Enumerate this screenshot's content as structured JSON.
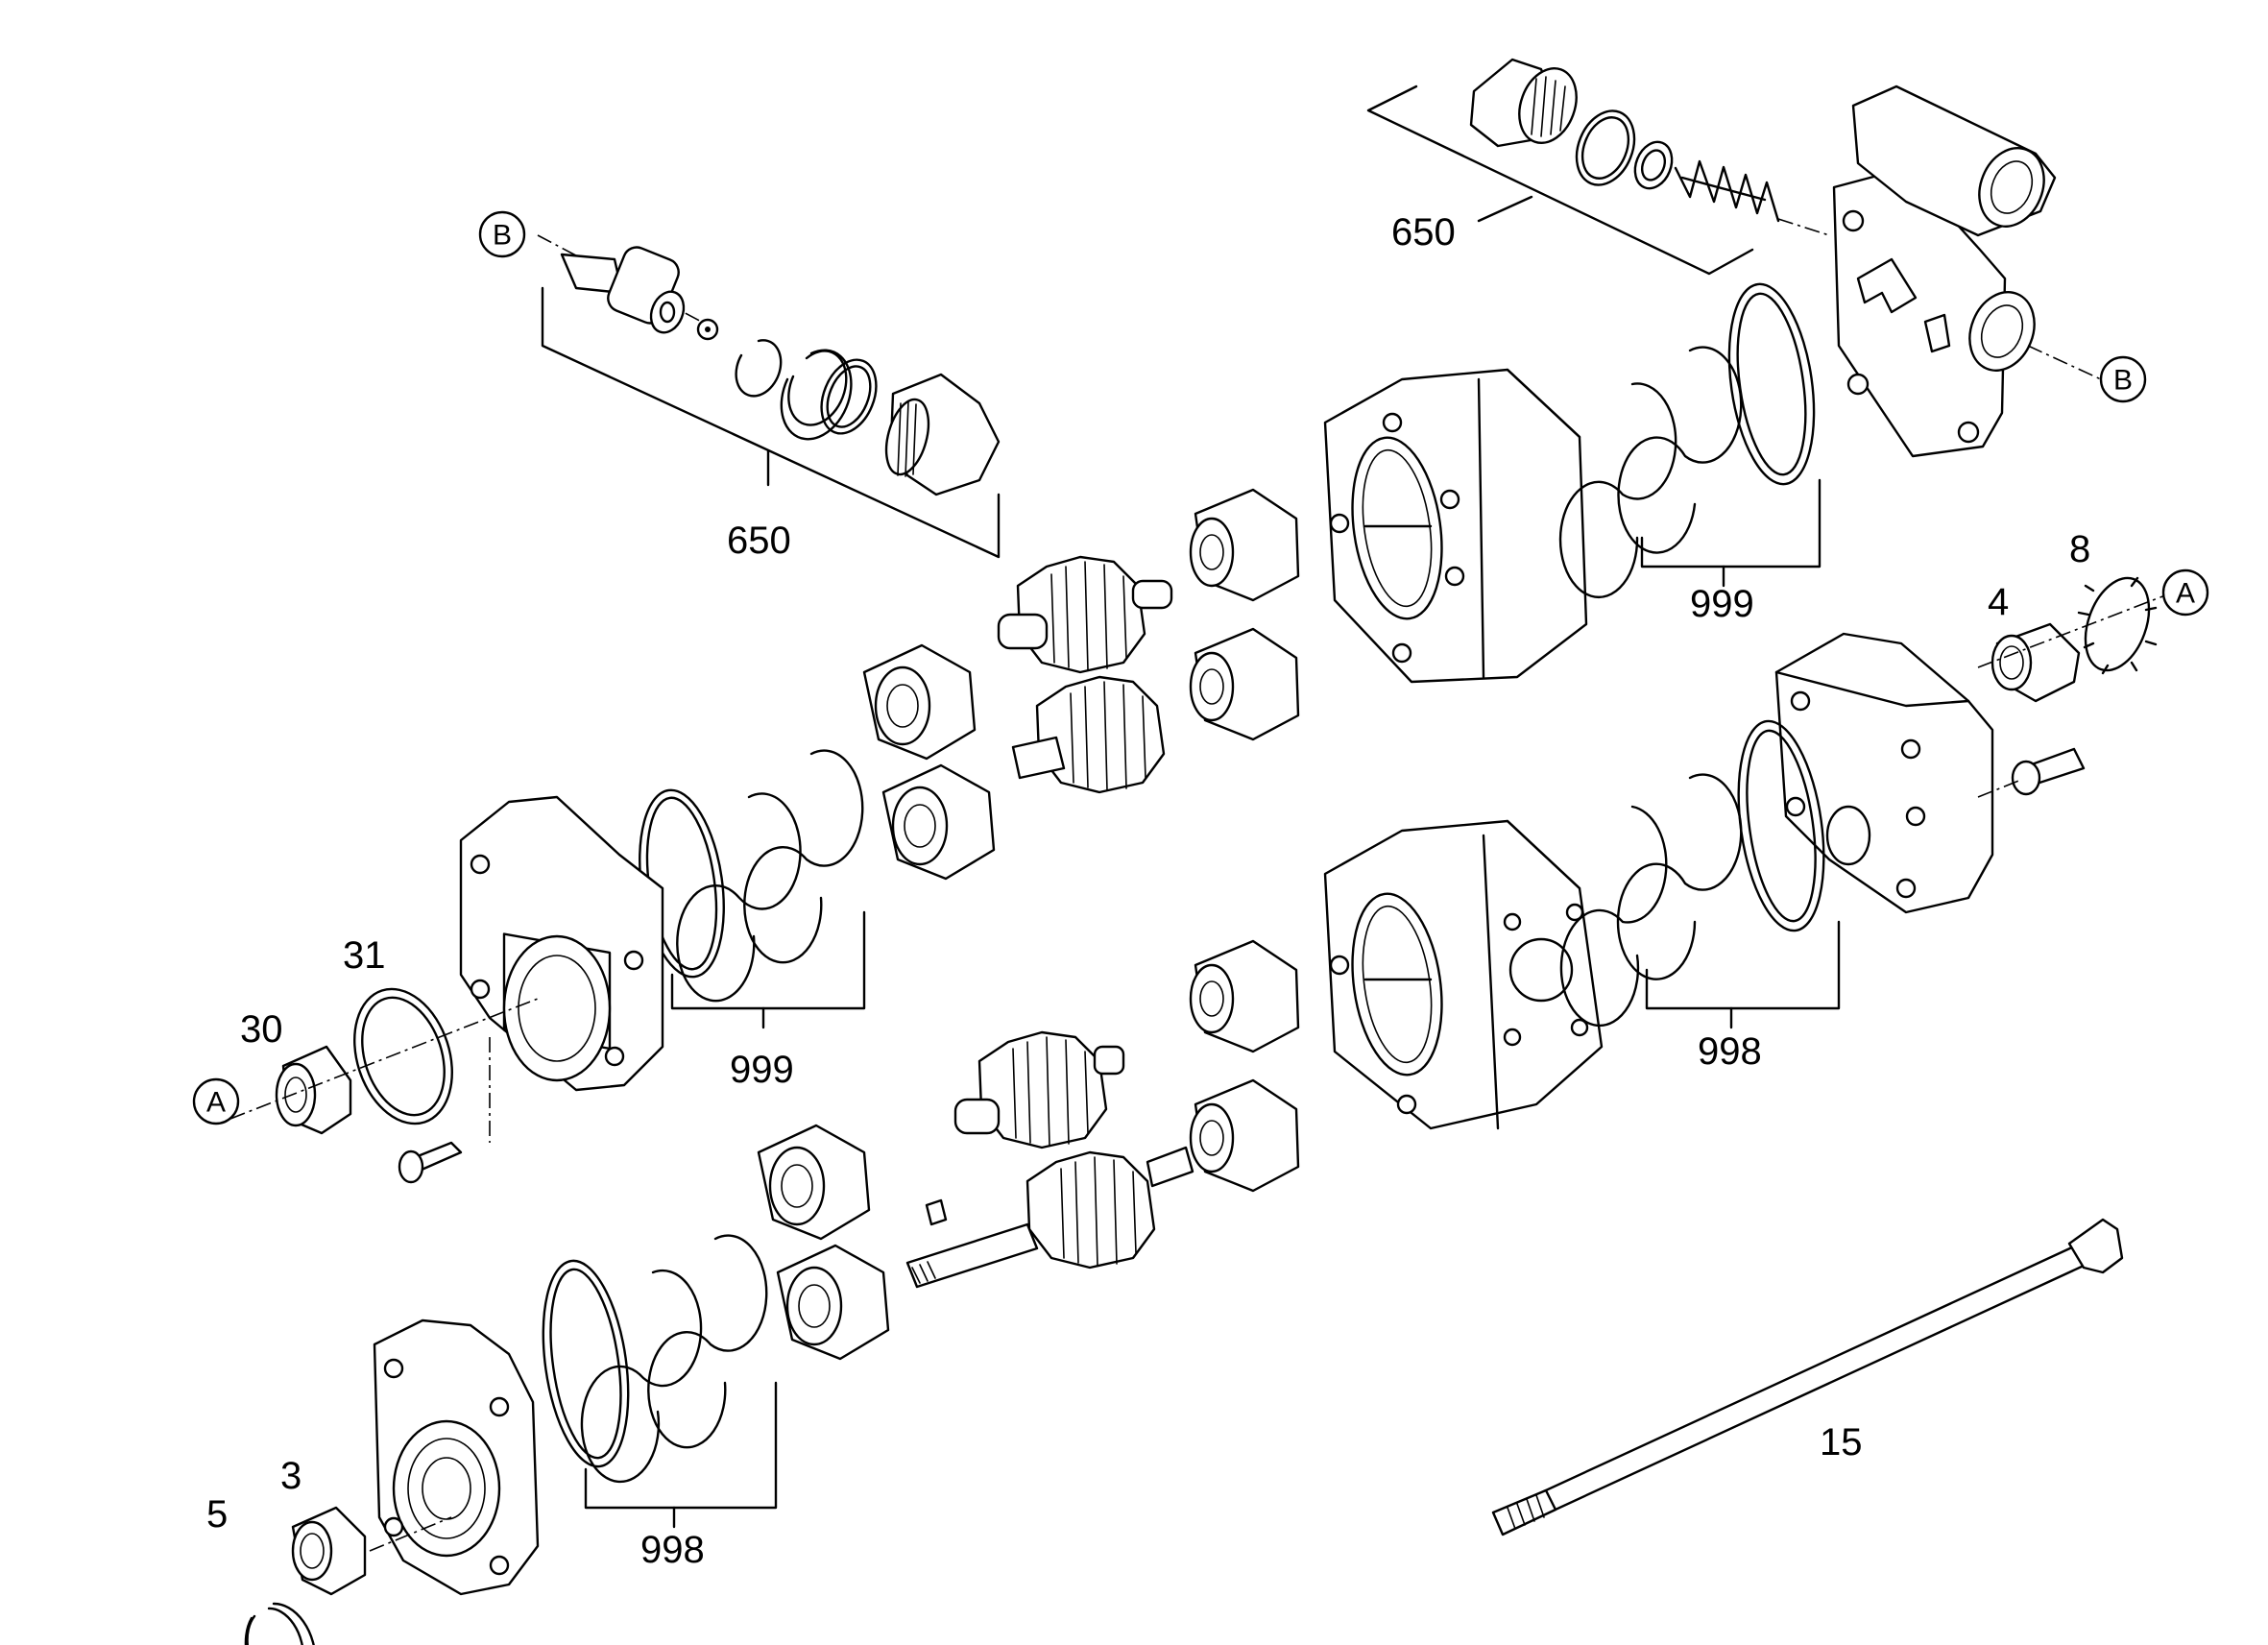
{
  "callouts": {
    "c650_left": "650",
    "c650_right": "650",
    "c999_upper": "999",
    "c999_lower": "999",
    "c998_upper": "998",
    "c998_lower": "998",
    "c31": "31",
    "c30": "30",
    "c4": "4",
    "c8": "8",
    "c3": "3",
    "c5": "5",
    "c15": "15"
  },
  "references": {
    "b_left": "B",
    "b_right": "B",
    "a_left": "A",
    "a_right": "A"
  }
}
